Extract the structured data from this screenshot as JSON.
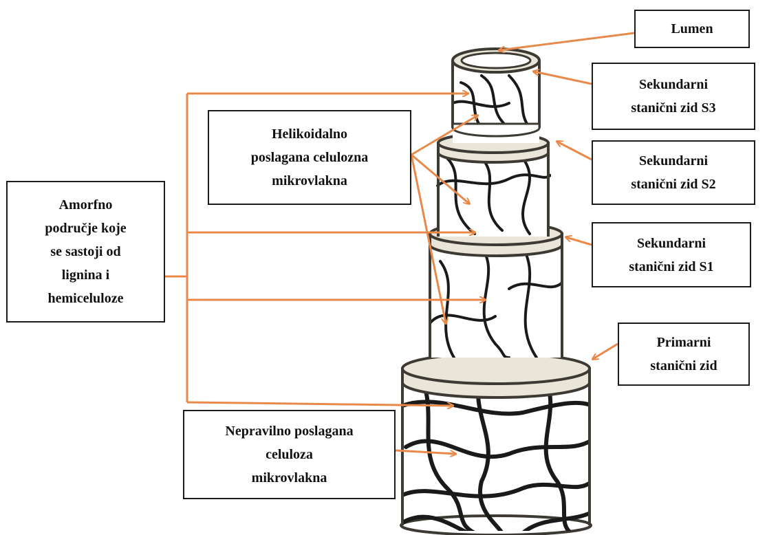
{
  "colors": {
    "arrow": "#E8894A",
    "outline": "#3D3A33",
    "fiber": "#1A1A1A",
    "ring": "#E9E5D8",
    "box_border": "#1A1A1A"
  },
  "labels": {
    "lumen": "Lumen",
    "s3": "Sekundarni\nstanični zid S3",
    "s2": "Sekundarni\nstanični zid S2",
    "s1": "Sekundarni\nstanični zid S1",
    "primary": "Primarni\nstanični zid",
    "helical": "Helikoidalno\nposlagana celulozna\nmikrovlakna",
    "amorphous": "Amorfno\npodručje koje\nse sastoji od\nlignina i\nhemiceluloze",
    "irregular": "Nepravilno poslagana\nceluloza\nmikrovlakna"
  }
}
